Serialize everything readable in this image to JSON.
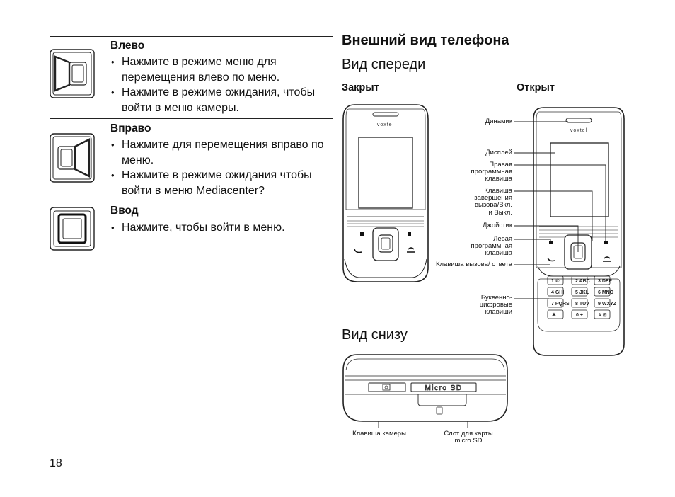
{
  "page_number": "18",
  "keys": [
    {
      "title": "Влево",
      "bullets": [
        "Нажмите в режиме меню для перемещения влево по меню.",
        "Нажмите в режиме ожидания, чтобы войти в меню камеры."
      ]
    },
    {
      "title": "Вправо",
      "bullets": [
        "Нажмите для перемещения вправо по меню.",
        "Нажмите в режиме ожидания чтобы войти в меню Mediacenter?"
      ]
    },
    {
      "title": "Ввод",
      "bullets": [
        "Нажмите, чтобы войти в меню."
      ]
    }
  ],
  "section_title": "Внешний вид телефона",
  "front_view": {
    "title": "Вид спереди",
    "closed_label": "Закрыт",
    "open_label": "Открыт",
    "brand": "voxtel",
    "callouts": {
      "speaker": "Динамик",
      "display": "Дисплей",
      "right_soft": "Правая программная клавиша",
      "end_key": "Клавиша завершения вызова/Вкл. и Выкл.",
      "joystick": "Джойстик",
      "left_soft": "Левая программная клавиша",
      "call_key": "Клавиша вызова/ ответа",
      "alnum": "Буквенно- цифровые клавиши"
    }
  },
  "bottom_view": {
    "title": "Вид снизу",
    "slot_text": "Micro SD",
    "callouts": {
      "camera_key": "Клавиша камеры",
      "sd_slot": "Слот для карты micro SD"
    }
  }
}
